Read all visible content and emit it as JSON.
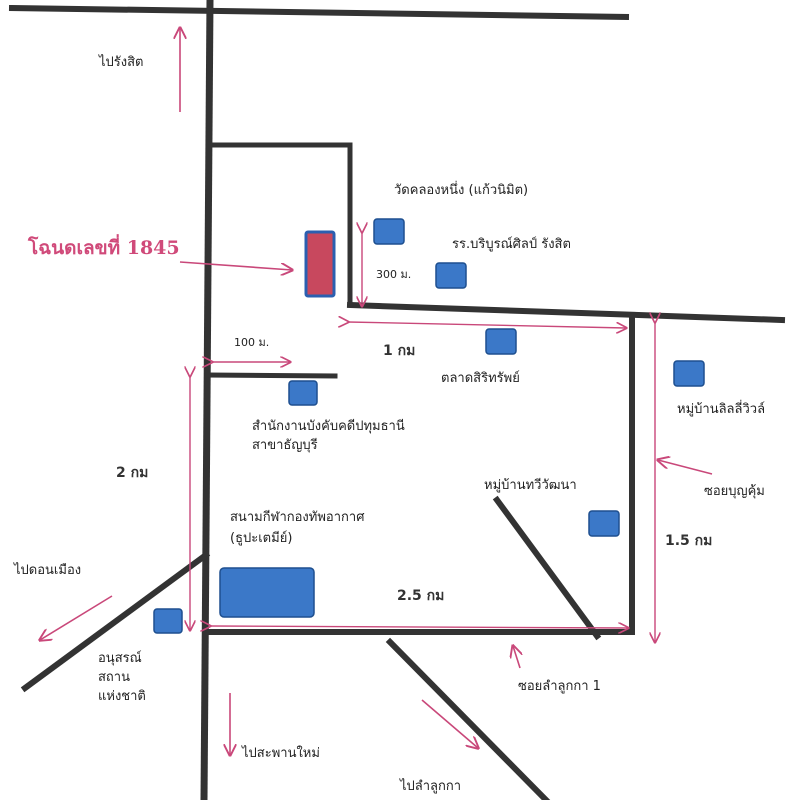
{
  "colors": {
    "road": "#333333",
    "arrow": "#c9487a",
    "landmark_fill": "#3b78c8",
    "landmark_border": "#1e4f8f",
    "plot_fill": "#c8485e",
    "plot_border": "#2b5fb0",
    "plot_label": "#d04a7a"
  },
  "icons": {
    "landmark": "blue-square-icon",
    "plot": "red-plot-icon"
  },
  "plot": {
    "label": "โฉนดเลขที่ 1845"
  },
  "directions": {
    "north": "ไปรังสิต",
    "west": "ไปดอนเมือง",
    "south": "ไปสะพานใหม่",
    "southeast": "ไปลำลูกกา"
  },
  "landmarks": {
    "temple": "วัดคลองหนึ่ง (แก้วนิมิต)",
    "school": "รร.บริบูรณ์ศิลป์ รังสิต",
    "market": "ตลาดสิริทรัพย์",
    "office_line1": "สำนักงานบังคับคดีปทุมธานี",
    "office_line2": "สาขาธัญบุรี",
    "village_lilly": "หมู่บ้านลิลลี่วิวล์",
    "village_thawi": "หมู่บ้านทวีวัฒนา",
    "stadium_line1": "สนามกีฬากองทัพอากาศ",
    "stadium_line2": "(ธูปะเตมีย์)",
    "monument_line1": "อนุสรณ์",
    "monument_line2": "สถาน",
    "monument_line3": "แห่งชาติ"
  },
  "roads": {
    "soi_bunkhum": "ซอยบุญคุ้ม",
    "soi_lamlukka": "ซอยลำลูกกา 1"
  },
  "distances": {
    "d300m": "300 ม.",
    "d100m": "100 ม.",
    "d1km": "1 กม",
    "d2km": "2 กม",
    "d15km": "1.5 กม",
    "d25km": "2.5 กม"
  }
}
